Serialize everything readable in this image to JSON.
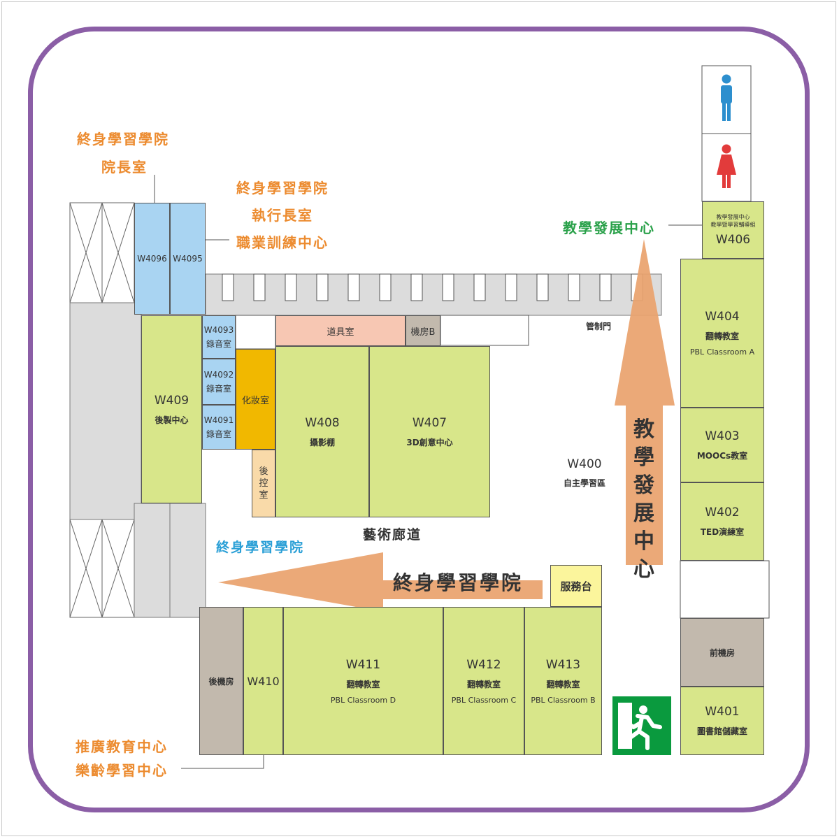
{
  "colors": {
    "frame": "#8b5ea6",
    "room_green": "#d8e68a",
    "room_blue": "#a9d4f2",
    "arrow": "#eaa36e",
    "label_orange": "#ec8b2f",
    "label_blue": "#2a9fd6",
    "label_green": "#2aa14a",
    "exit_sign": "#0a9a3e"
  },
  "labels": {
    "dean_line1": "終身學習學院",
    "dean_line2": "院長室",
    "exec_line1": "終身學習學院",
    "exec_line2": "執行長室",
    "exec_line3": "職業訓練中心",
    "lifelong_blue": "終身學習學院",
    "tdc": "教學發展中心",
    "extension_line1": "推廣教育中心",
    "extension_line2": "樂齡學習中心",
    "art_corridor": "藝術廊道",
    "control_door": "管制門"
  },
  "arrows": {
    "horizontal": "終身學習學院",
    "vertical": [
      "教",
      "學",
      "發",
      "展",
      "中",
      "心"
    ]
  },
  "rooms": {
    "w4096": "W4096",
    "w4095": "W4095",
    "w4093": {
      "code": "W4093",
      "name": "錄音室"
    },
    "w4092": {
      "code": "W4092",
      "name": "錄音室"
    },
    "w4091": {
      "code": "W4091",
      "name": "錄音室"
    },
    "makeup": "化妝室",
    "back_control": [
      "後",
      "控",
      "室"
    ],
    "props": "道具室",
    "machine_b": "機房B",
    "w409": {
      "code": "W409",
      "name": "後製中心"
    },
    "w408": {
      "code": "W408",
      "name": "攝影棚"
    },
    "w407": {
      "code": "W407",
      "name": "3D創意中心"
    },
    "w400": {
      "code": "W400",
      "name": "自主學習區"
    },
    "w406": {
      "code": "W406",
      "name_line1": "教學發展中心",
      "name_line2": "教學暨學習輔導組"
    },
    "w404": {
      "code": "W404",
      "name": "翻轉教室",
      "en": "PBL Classroom A"
    },
    "w403": {
      "code": "W403",
      "name": "MOOCs教室"
    },
    "w402": {
      "code": "W402",
      "name": "TED演練室"
    },
    "front_machine": "前機房",
    "w401": {
      "code": "W401",
      "name": "圖書館儲藏室"
    },
    "service": "服務台",
    "back_machine": "後機房",
    "w410": "W410",
    "w411": {
      "code": "W411",
      "name": "翻轉教室",
      "en": "PBL Classroom D"
    },
    "w412": {
      "code": "W412",
      "name": "翻轉教室",
      "en": "PBL Classroom C"
    },
    "w413": {
      "code": "W413",
      "name": "翻轉教室",
      "en": "PBL Classroom B"
    }
  },
  "icons": [
    "male-restroom-icon",
    "female-restroom-icon",
    "emergency-exit-icon"
  ]
}
